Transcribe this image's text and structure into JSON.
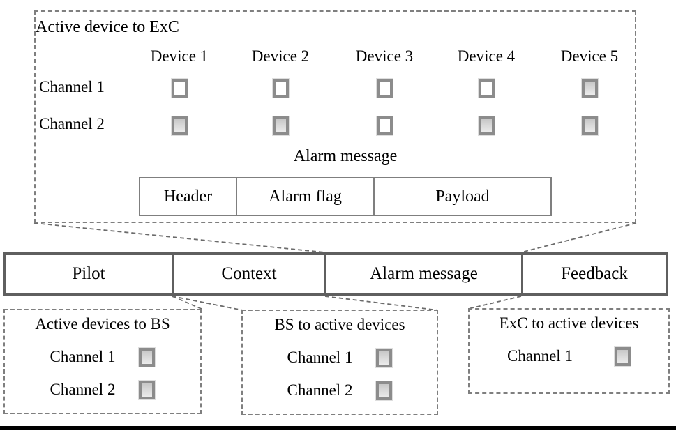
{
  "top_box": {
    "title": "Active device to ExC",
    "device_headers": [
      "Device 1",
      "Device 2",
      "Device 3",
      "Device 4",
      "Device 5"
    ],
    "channel_rows": [
      {
        "label": "Channel 1",
        "cells": [
          false,
          false,
          false,
          false,
          true
        ]
      },
      {
        "label": "Channel 2",
        "cells": [
          true,
          true,
          false,
          true,
          true
        ]
      }
    ],
    "alarm_section": {
      "label": "Alarm message",
      "fields": [
        "Header",
        "Alarm flag",
        "Payload"
      ]
    }
  },
  "frame_bar": {
    "segments": [
      "Pilot",
      "Context",
      "Alarm message",
      "Feedback"
    ]
  },
  "bottom_boxes": [
    {
      "title": "Active devices to BS",
      "channel_rows": [
        {
          "label": "Channel 1",
          "filled": true
        },
        {
          "label": "Channel 2",
          "filled": true
        }
      ]
    },
    {
      "title": "BS to active devices",
      "channel_rows": [
        {
          "label": "Channel 1",
          "filled": true
        },
        {
          "label": "Channel 2",
          "filled": true
        }
      ]
    },
    {
      "title": "ExC to active devices",
      "channel_rows": [
        {
          "label": "Channel 1",
          "filled": true
        }
      ]
    }
  ],
  "colors": {
    "dashed_border": "#7f7f7f",
    "bar_border": "#5f5f5f",
    "checkbox_border": "#8c8c8c",
    "checkbox_fill": "#d9d9d9",
    "bottom_rule": "#000000"
  }
}
